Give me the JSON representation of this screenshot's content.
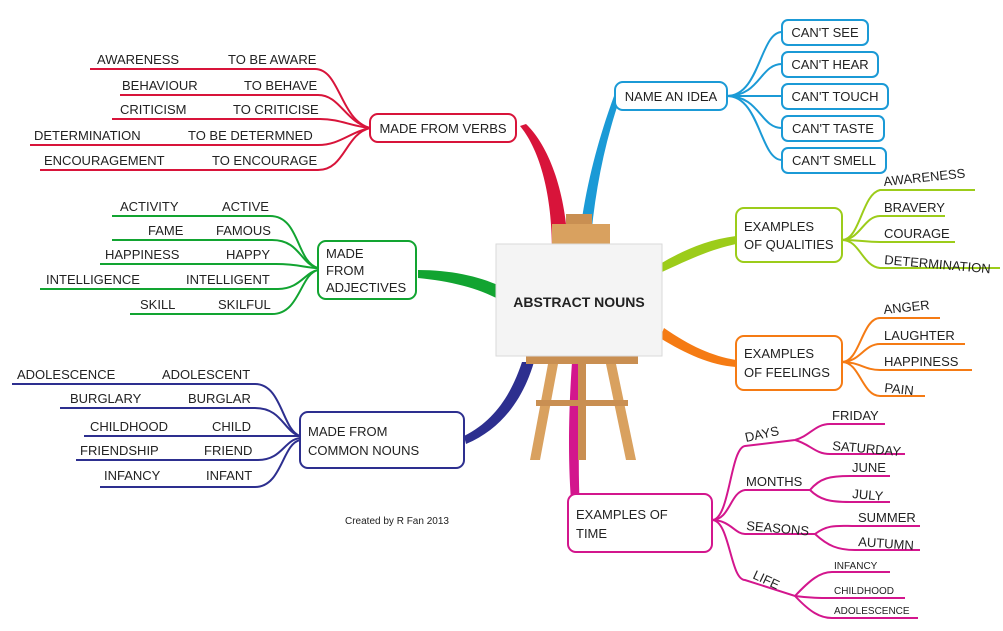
{
  "center": {
    "title": "ABSTRACT NOUNS"
  },
  "credit": "Created by R Fan 2013",
  "colors": {
    "verbs": "#d8143a",
    "idea": "#1b9ad6",
    "adjectives": "#12a431",
    "qualities": "#9ccc1a",
    "nouns": "#2d2f8f",
    "feelings": "#f57b14",
    "time": "#d3168d"
  },
  "verbs": {
    "title": "MADE FROM VERBS",
    "pairs": [
      {
        "noun": "AWARENESS",
        "verb": "TO BE AWARE"
      },
      {
        "noun": "BEHAVIOUR",
        "verb": "TO BEHAVE"
      },
      {
        "noun": "CRITICISM",
        "verb": "TO CRITICISE"
      },
      {
        "noun": "DETERMINATION",
        "verb": "TO BE DETERMNED"
      },
      {
        "noun": "ENCOURAGEMENT",
        "verb": "TO ENCOURAGE"
      }
    ]
  },
  "idea": {
    "title": "NAME AN IDEA",
    "items": [
      "CAN'T SEE",
      "CAN'T HEAR",
      "CAN'T TOUCH",
      "CAN'T TASTE",
      "CAN'T SMELL"
    ]
  },
  "adjectives": {
    "title_lines": [
      "MADE",
      "FROM",
      "ADJECTIVES"
    ],
    "pairs": [
      {
        "noun": "ACTIVITY",
        "adj": "ACTIVE"
      },
      {
        "noun": "FAME",
        "adj": "FAMOUS"
      },
      {
        "noun": "HAPPINESS",
        "adj": "HAPPY"
      },
      {
        "noun": "INTELLIGENCE",
        "adj": "INTELLIGENT"
      },
      {
        "noun": "SKILL",
        "adj": "SKILFUL"
      }
    ]
  },
  "qualities": {
    "title_lines": [
      "EXAMPLES",
      "OF QUALITIES"
    ],
    "items": [
      "AWARENESS",
      "BRAVERY",
      "COURAGE",
      "DETERMINATION"
    ]
  },
  "feelings": {
    "title_lines": [
      "EXAMPLES",
      "OF FEELINGS"
    ],
    "items": [
      "ANGER",
      "LAUGHTER",
      "HAPPINESS",
      "PAIN"
    ]
  },
  "nouns": {
    "title_lines": [
      "MADE FROM",
      "COMMON NOUNS"
    ],
    "pairs": [
      {
        "abstract": "ADOLESCENCE",
        "common": "ADOLESCENT"
      },
      {
        "abstract": "BURGLARY",
        "common": "BURGLAR"
      },
      {
        "abstract": "CHILDHOOD",
        "common": "CHILD"
      },
      {
        "abstract": "FRIENDSHIP",
        "common": "FRIEND"
      },
      {
        "abstract": "INFANCY",
        "common": "INFANT"
      }
    ]
  },
  "time": {
    "title_lines": [
      "EXAMPLES OF",
      "TIME"
    ],
    "groups": [
      {
        "label": "DAYS",
        "items": [
          "FRIDAY",
          "SATURDAY"
        ]
      },
      {
        "label": "MONTHS",
        "items": [
          "JUNE",
          "JULY"
        ]
      },
      {
        "label": "SEASONS",
        "items": [
          "SUMMER",
          "AUTUMN"
        ]
      },
      {
        "label": "LIFE",
        "items": [
          "INFANCY",
          "CHILDHOOD",
          "ADOLESCENCE"
        ]
      }
    ]
  }
}
